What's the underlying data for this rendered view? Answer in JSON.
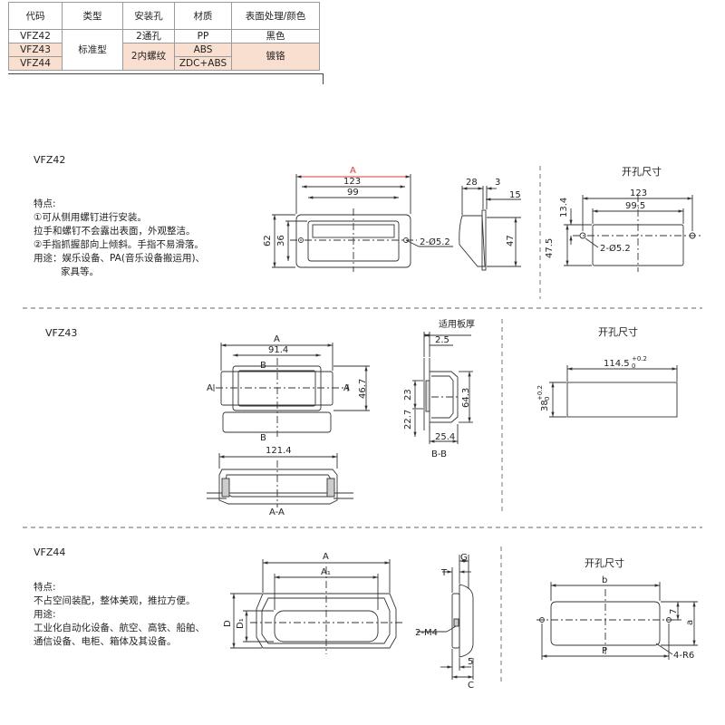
{
  "table": {
    "headers": [
      "代码",
      "类型",
      "安装孔",
      "材质",
      "表面处理/颜色"
    ],
    "rows": [
      {
        "code": "VFZ42"
      },
      {
        "code": "VFZ43"
      },
      {
        "code": "VFZ44"
      }
    ],
    "type_cell": "标准型",
    "hole_vfz42": "2通孔",
    "hole_vfz43_44": "2内螺纹",
    "mat_vfz42": "PP",
    "mat_vfz43": "ABS",
    "mat_vfz44": "ZDC+ABS",
    "finish_vfz42": "黑色",
    "finish_vfz43_44": "镀铬"
  },
  "vfz42": {
    "model": "VFZ42",
    "features_text": "特点:\n①可从侧用螺钉进行安装。\n拉手和螺钉不会露出表面，外观整洁。\n②手指抓握部向上倾斜。手指不易滑落。\n用途：娱乐设备、PA(音乐设备搬运用)、\n         家具等。",
    "dims": {
      "A": "A",
      "w123": "123",
      "w99": "99",
      "h62": "62",
      "h36": "36",
      "hole": "2-Ø5.2",
      "s28": "28",
      "s3": "3",
      "s15": "15",
      "s47": "47"
    },
    "cutout": {
      "title": "开孔尺寸",
      "w123": "123",
      "w995": "99.5",
      "h134": "13.4",
      "h475": "47.5",
      "hole": "2-Ø5.2"
    }
  },
  "vfz43": {
    "model": "VFZ43",
    "dims": {
      "A": "A",
      "w914": "91.4",
      "B": "B",
      "h467": "46.7",
      "board": "适用板厚",
      "t25": "2.5",
      "s23": "23",
      "s227": "22.7",
      "s643": "64.3",
      "s254": "25.4",
      "bb": "B-B",
      "w1214": "121.4",
      "aa": "A-A"
    },
    "cutout": {
      "title": "开孔尺寸",
      "w": "114.5",
      "w_tol": "+0.2",
      "w_tol2": "0",
      "h": "38",
      "h_tol": "+0.2",
      "h_tol2": "0"
    }
  },
  "vfz44": {
    "model": "VFZ44",
    "features_text": "特点:\n不占空间装配，整体美观，推拉方便。\n用途:\n工业化自动化设备、航空、高铁、船舶、\n通信设备、电柜、箱体及其设备。",
    "dims": {
      "A": "A",
      "A1": "A₁",
      "D": "D",
      "D1": "D₁",
      "G": "G",
      "T": "T",
      "M4": "2-M4",
      "s5": "5",
      "C": "C"
    },
    "cutout": {
      "title": "开孔尺寸",
      "b": "b",
      "P": "P",
      "s7": "7",
      "a": "a",
      "R": "4-R6"
    }
  },
  "colors": {
    "line": "#333333",
    "red": "#e03a3a",
    "pink": "#f9dfd0",
    "dash": "#555555"
  }
}
